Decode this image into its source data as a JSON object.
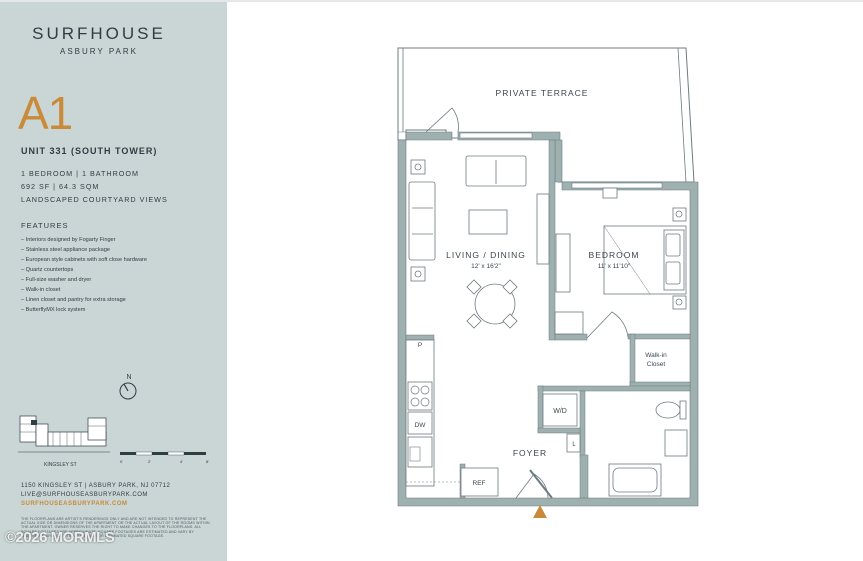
{
  "brand": {
    "name": "SURFHOUSE",
    "location": "ASBURY PARK"
  },
  "unit": {
    "code": "A1",
    "title": "UNIT 331 (SOUTH TOWER)",
    "specs": [
      "1 BEDROOM | 1 BATHROOM",
      "692 SF | 64.3 SQM",
      "LANDSCAPED COURTYARD VIEWS"
    ]
  },
  "features": {
    "heading": "FEATURES",
    "items": [
      "Interiors designed by Fogarty Finger",
      "Stainless steel appliance package",
      "European style cabinets with soft close hardware",
      "Quartz countertops",
      "Full-size washer and dryer",
      "Walk-in closet",
      "Linen closet and pantry for extra storage",
      "ButterflyMX lock system"
    ]
  },
  "compass_label": "N",
  "site_plan": {
    "street": "KINGSLEY ST",
    "scale_ticks": [
      "0'",
      "2'",
      "4'",
      "8'"
    ]
  },
  "contact": {
    "address": "1150 KINGSLEY ST | ASBURY PARK, NJ 07712",
    "email": "LIVE@SURFHOUSEASBURYPARK.COM",
    "website": "SURFHOUSEASBURYPARK.COM"
  },
  "disclaimer": "THE FLOORPLANS ARE ARTIST'S RENDERINGS ONLY AND ARE NOT INTENDED TO REPRESENT THE ACTUAL SIZE OR DIMENSIONS OF THE APARTMENT OR THE ACTUAL LAYOUT OF THE ROOMS WITHIN THE APARTMENT. OWNER RESERVES THE RIGHT TO MAKE CHANGES TO THE FLOORPLANS. ALL SQUARE FOOTAGES ARE APPROXIMATE. SQUARE FOOTAGES ARE ESTIMATED AND VARY BY APARTMENT. APARTMENTS ACTUAL SIZE OR ESTIMATED SQUARE FOOTAGE.",
  "watermark": "©2026 MORMLS",
  "rooms": {
    "terrace": "PRIVATE TERRACE",
    "living": "LIVING / DINING",
    "living_dim": "12' x 16'2\"",
    "bedroom": "BEDROOM",
    "bedroom_dim": "11' x 11'10\"",
    "walkin_1": "Walk-in",
    "walkin_2": "Closet",
    "wd": "W/D",
    "foyer": "FOYER",
    "ref": "REF",
    "dw": "DW",
    "pantry": "P",
    "linen": "L"
  },
  "colors": {
    "sidebar": "#c9d6d5",
    "accent": "#c98a3a",
    "text": "#2f3d44",
    "wall": "#9fb0b0",
    "wall_edge": "#6d7c80"
  }
}
